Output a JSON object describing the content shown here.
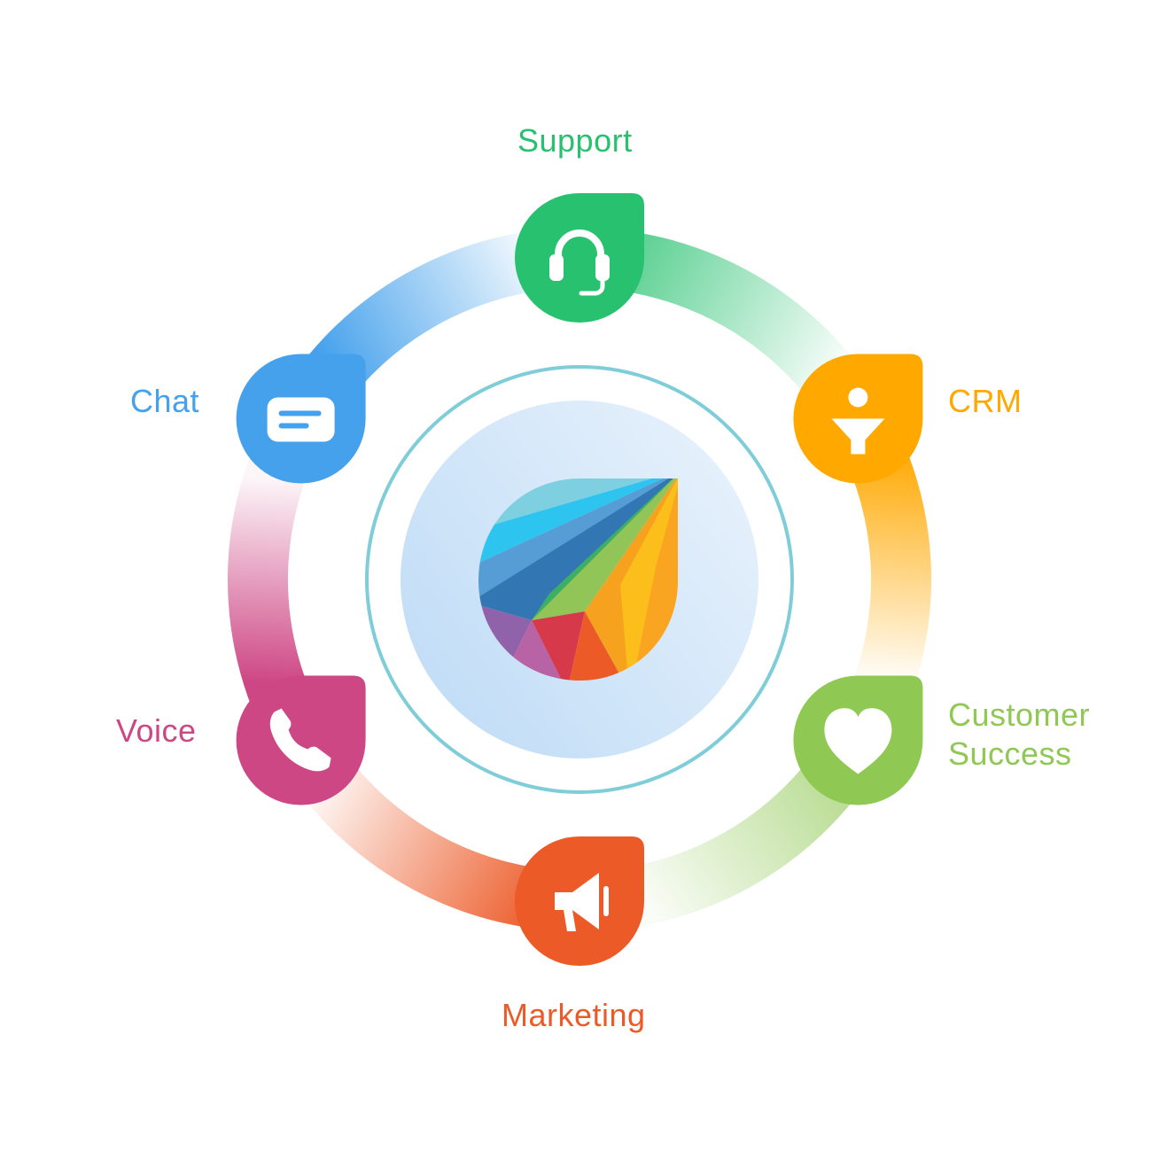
{
  "center": {
    "icon": "multicolor-leaf-logo-icon"
  },
  "modules": [
    {
      "id": "support",
      "label_lines": [
        "Support"
      ],
      "color": "#27C16F",
      "icon": "headset-icon"
    },
    {
      "id": "crm",
      "label_lines": [
        "CRM"
      ],
      "color": "#FFA800",
      "icon": "funnel-person-icon"
    },
    {
      "id": "success",
      "label_lines": [
        "Customer",
        "Success"
      ],
      "color": "#8FC853",
      "icon": "heart-icon"
    },
    {
      "id": "marketing",
      "label_lines": [
        "Marketing"
      ],
      "color": "#EC5A27",
      "icon": "megaphone-icon"
    },
    {
      "id": "voice",
      "label_lines": [
        "Voice"
      ],
      "color": "#CE4785",
      "icon": "phone-icon"
    },
    {
      "id": "chat",
      "label_lines": [
        "Chat"
      ],
      "color": "#45A1EC",
      "icon": "chat-bubble-icon"
    }
  ],
  "colors": {
    "inner_ring": "#7FCDD9",
    "center_disc_light": "#E8F2FC",
    "center_disc_dark": "#BFDCF6"
  }
}
